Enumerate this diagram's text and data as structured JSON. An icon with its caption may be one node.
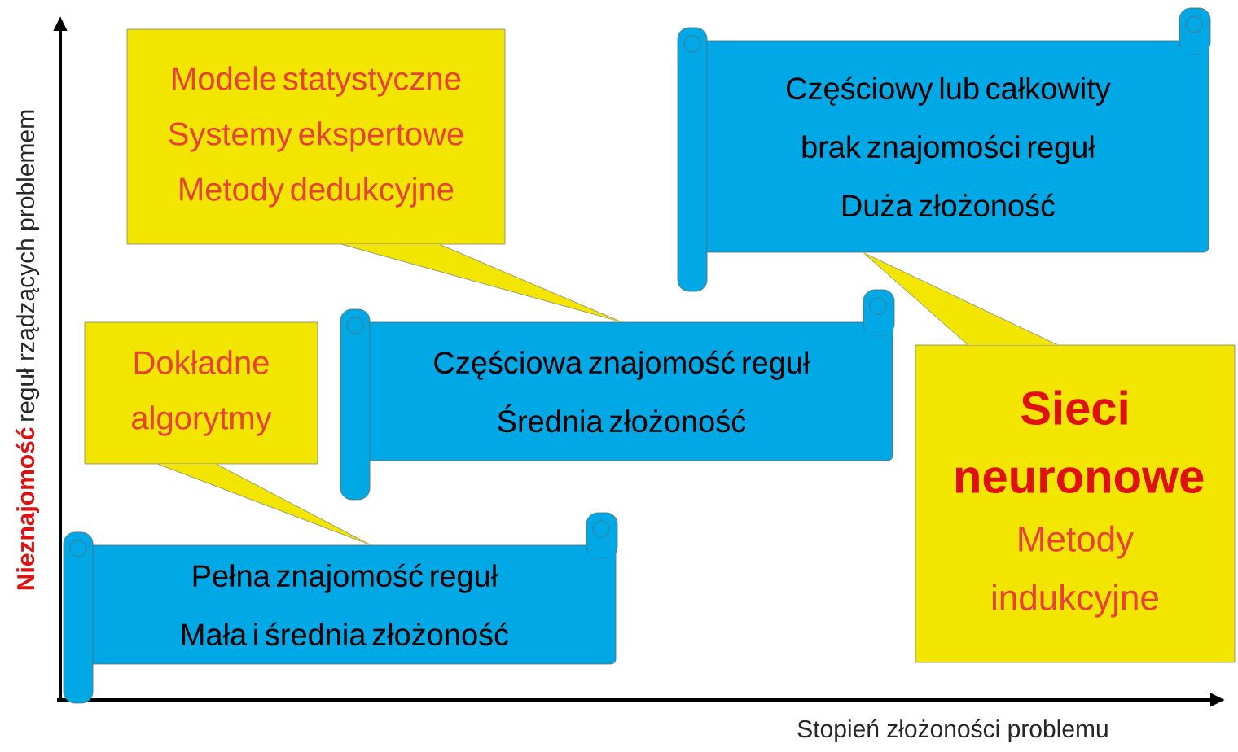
{
  "diagram": {
    "nodes": [
      {
        "text": [
          "Modele statystyczne",
          "Systemy ekspertowe",
          "Metody dedukcyjne"
        ]
      },
      {
        "text": [
          "Częściowy lub całkowity brak znajomości reguł",
          "Duża złożoność"
        ]
      },
      {
        "text": [
          "Dokładne algorytmy"
        ]
      },
      {
        "text": [
          "Częściowa znajomość reguł",
          "Średnia złożoność"
        ]
      },
      {
        "text": [
          "Sieci neuronowe",
          "Metody indukcyjne"
        ]
      },
      {
        "text": [
          "Pełna znajomość reguł",
          "Mała i średnia złożoność"
        ]
      }
    ],
    "edges": [
      {
        "from": 2,
        "to": 5,
        "arrow": "none"
      },
      {
        "from": 0,
        "to": 3,
        "arrow": "none"
      },
      {
        "from": 4,
        "to": 1,
        "arrow": "none"
      }
    ],
    "labels": [
      "Nieznajomość",
      "reguł rządzących problemem",
      "Stopień złożoności problemu"
    ]
  }
}
